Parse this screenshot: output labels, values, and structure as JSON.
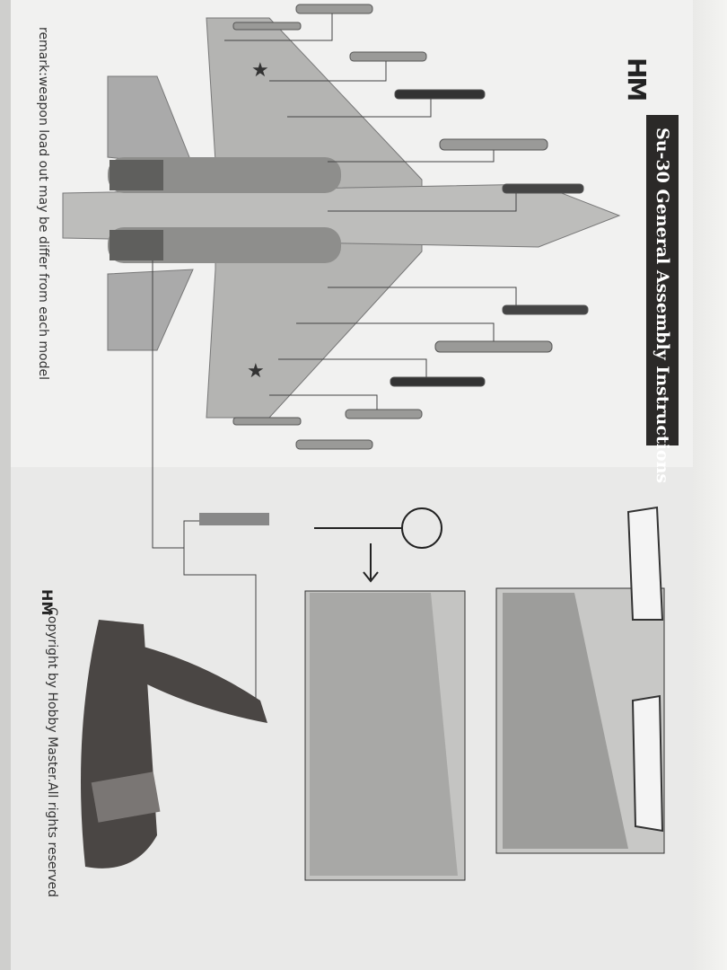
{
  "header": {
    "logo": "HM",
    "title": "Su-30 General Assembly Instructions"
  },
  "remark": "remark:weapon load out may be differ from each model",
  "footer": {
    "logo": "HM",
    "copyright": "Copyright by Hobby Master.All rights reserved"
  },
  "colors": {
    "title_bar": "#2b2928",
    "aircraft": "#a9a9a7",
    "stand": "#4a4644"
  },
  "icons": [
    "aircraft-diagram",
    "missile",
    "stand",
    "canopy",
    "pitot-tube",
    "arrow-down"
  ]
}
